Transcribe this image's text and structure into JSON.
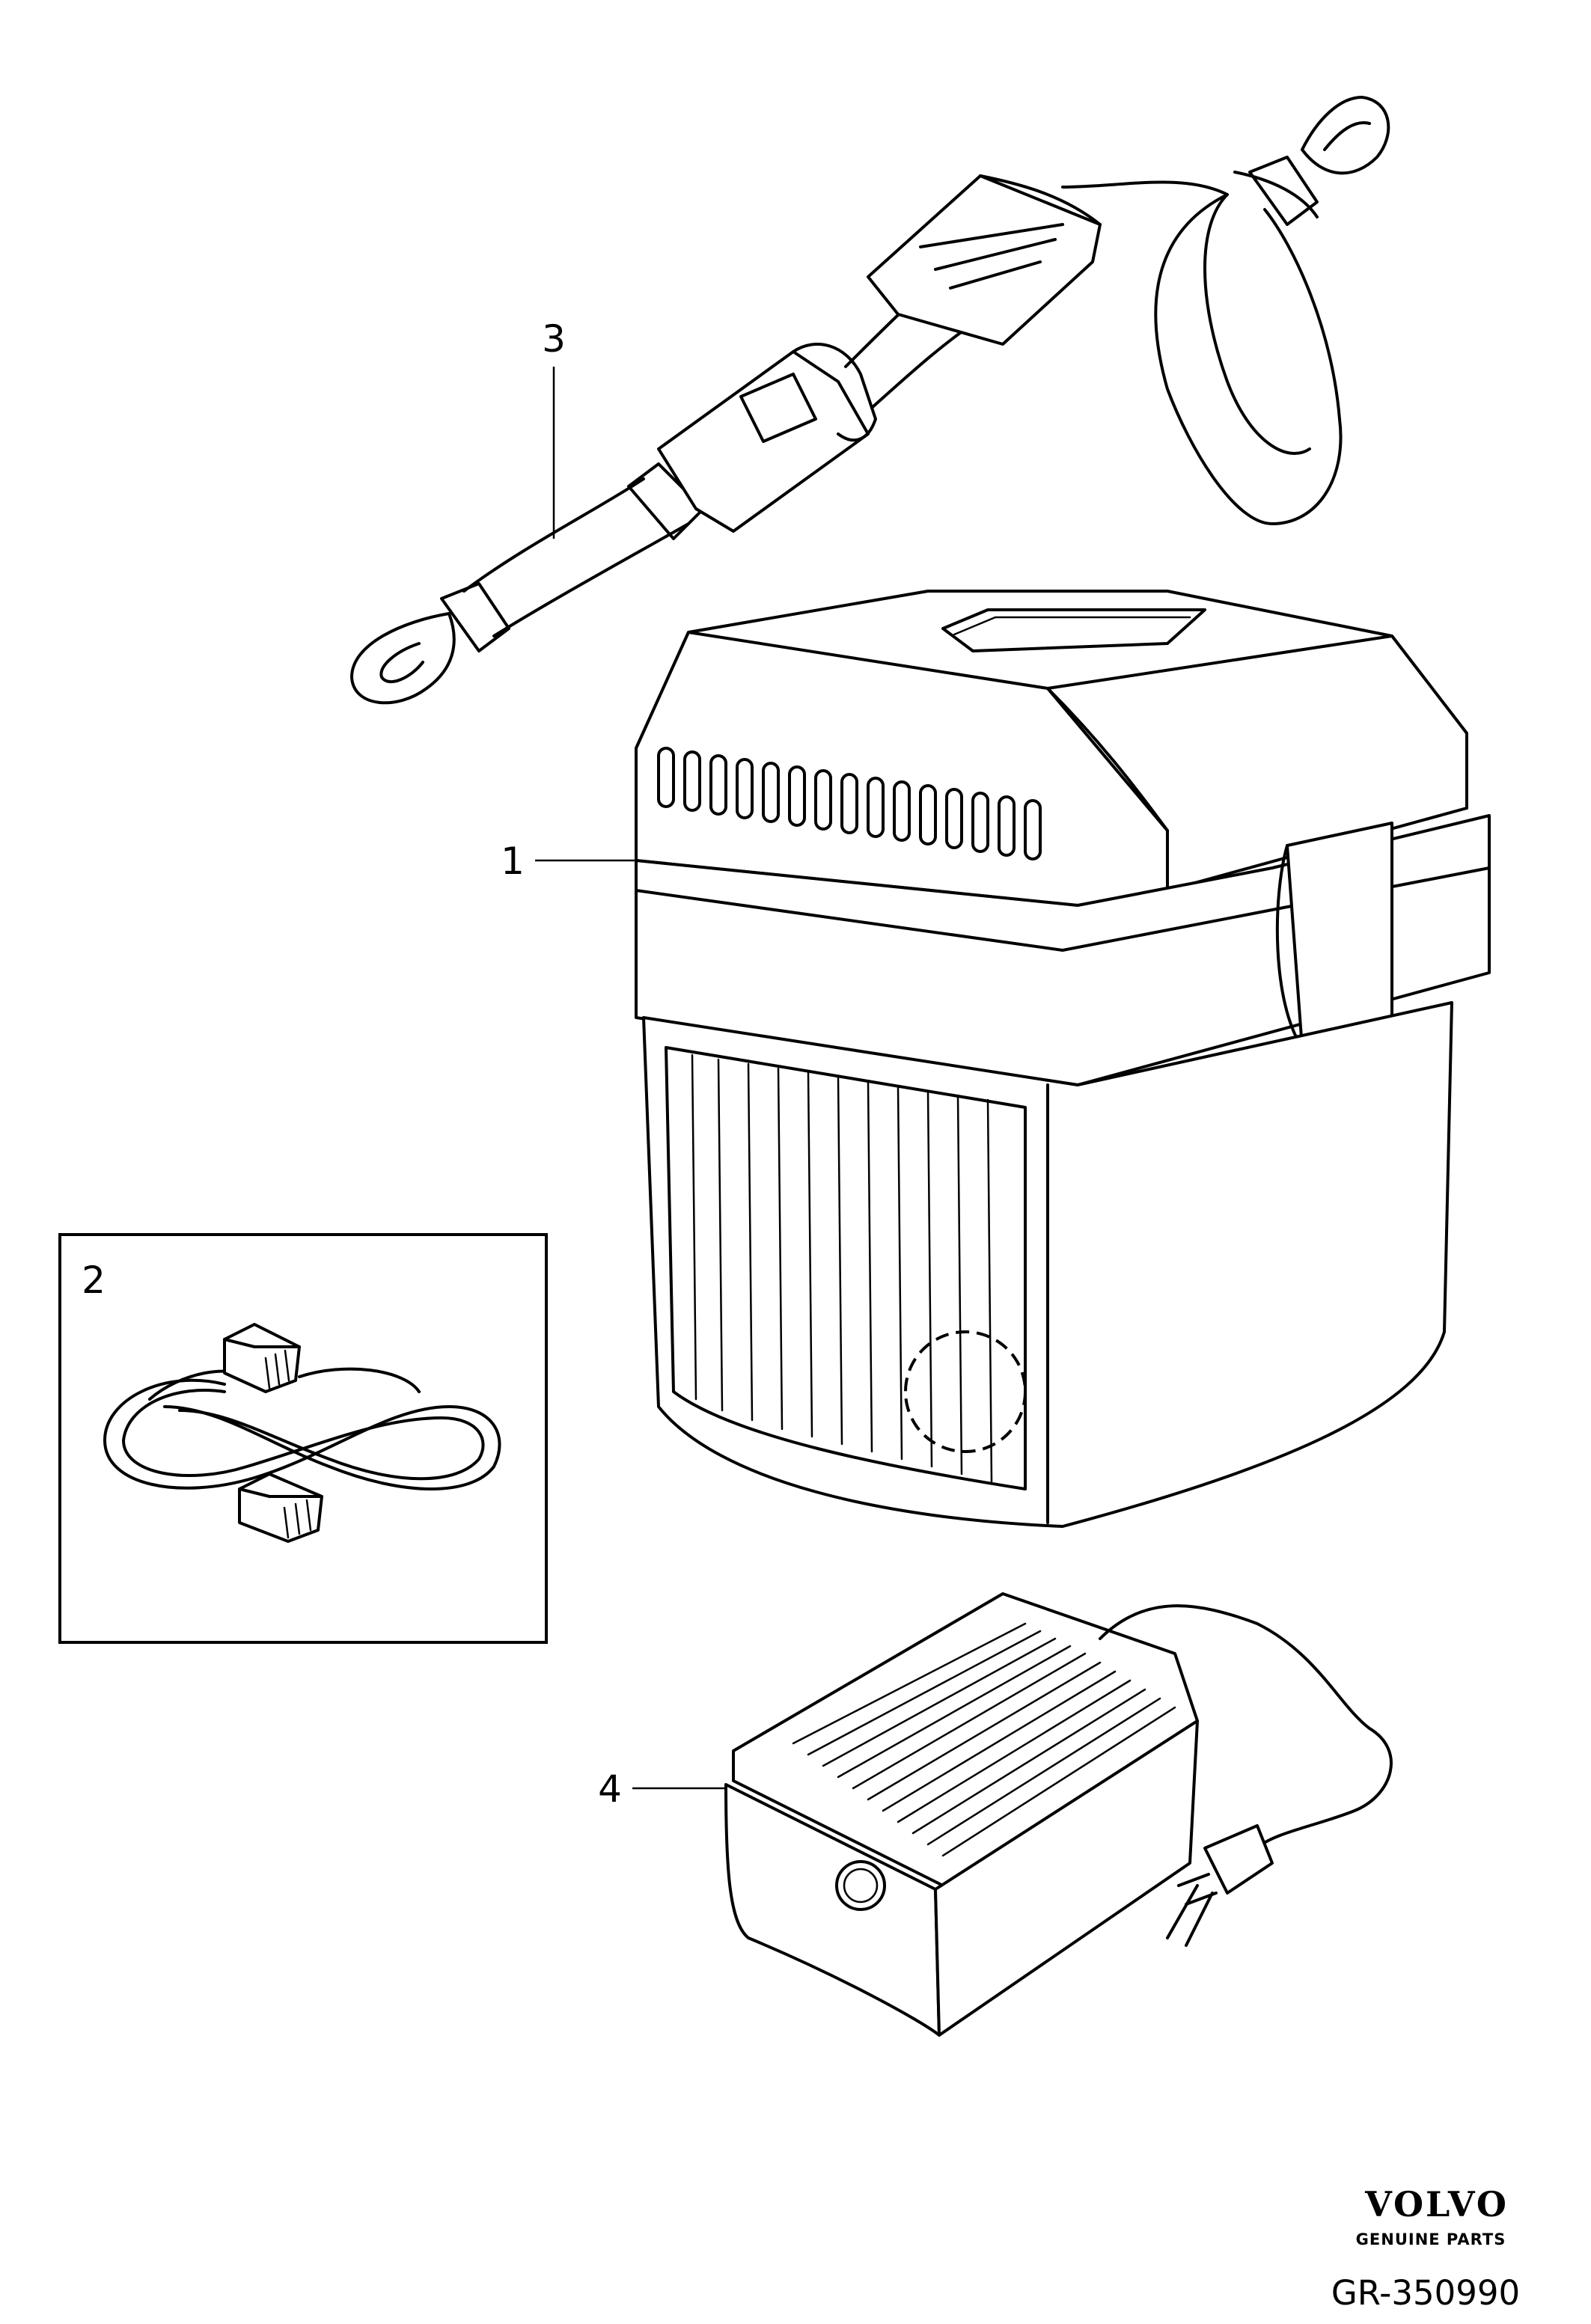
{
  "callouts": [
    {
      "id": "1",
      "label": "1"
    },
    {
      "id": "2",
      "label": "2"
    },
    {
      "id": "3",
      "label": "3"
    },
    {
      "id": "4",
      "label": "4"
    }
  ],
  "brand": {
    "name": "VOLVO",
    "tagline": "GENUINE PARTS"
  },
  "reference": "GR-350990"
}
